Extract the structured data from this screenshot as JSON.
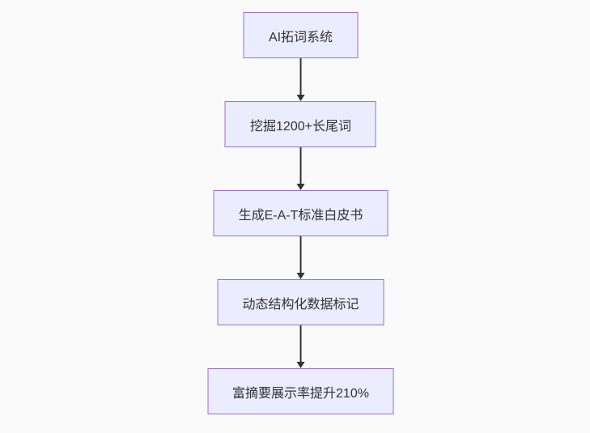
{
  "diagram": {
    "type": "flowchart",
    "direction": "top-down",
    "nodes": [
      {
        "id": "n1",
        "label": "AI拓词系统"
      },
      {
        "id": "n2",
        "label": "挖掘1200+长尾词"
      },
      {
        "id": "n3",
        "label": "生成E-A-T标准白皮书"
      },
      {
        "id": "n4",
        "label": "动态结构化数据标记"
      },
      {
        "id": "n5",
        "label": "富摘要展示率提升210%"
      }
    ],
    "edges": [
      {
        "from": "n1",
        "to": "n2"
      },
      {
        "from": "n2",
        "to": "n3"
      },
      {
        "from": "n3",
        "to": "n4"
      },
      {
        "from": "n4",
        "to": "n5"
      }
    ],
    "colors": {
      "node_fill": "#ECECFF",
      "node_border": "#9370DB",
      "node_text": "#333333",
      "arrow": "#333333",
      "background": "#FAFAFA"
    }
  }
}
